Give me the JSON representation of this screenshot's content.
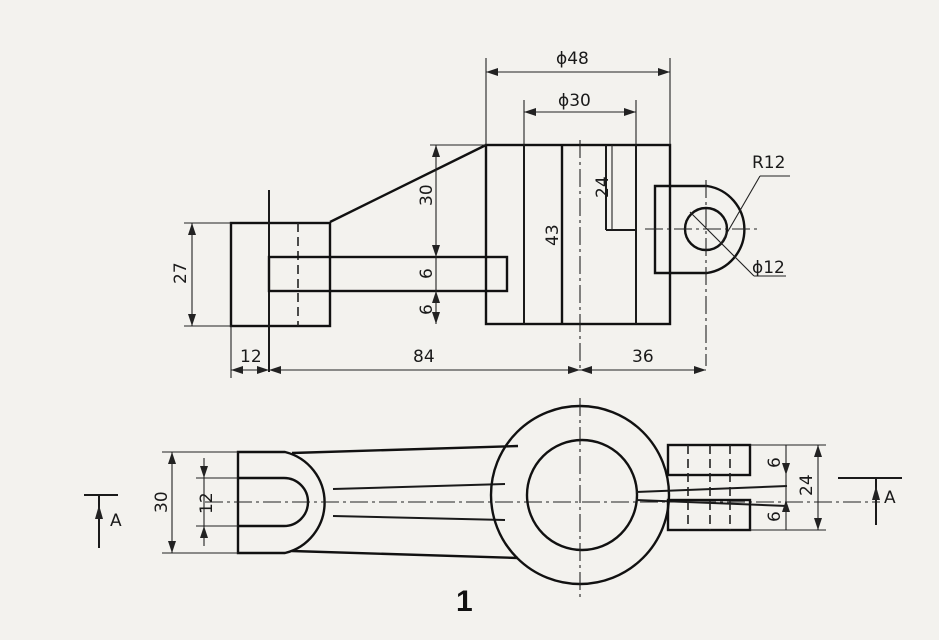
{
  "figure_number": "1",
  "front_view": {
    "dim_phi48": "ϕ48",
    "dim_phi30": "ϕ30",
    "dim_r12": "R12",
    "dim_phi12": "ϕ12",
    "dim_30": "30",
    "dim_24": "24",
    "dim_43": "43",
    "dim_27": "27",
    "dim_6a": "6",
    "dim_6b": "6",
    "dim_12": "12",
    "dim_84": "84",
    "dim_36": "36"
  },
  "top_view": {
    "dim_30": "30",
    "dim_12": "12",
    "dim_6a": "6",
    "dim_6b": "6",
    "dim_24": "24",
    "section_left": "A",
    "section_right": "A"
  }
}
